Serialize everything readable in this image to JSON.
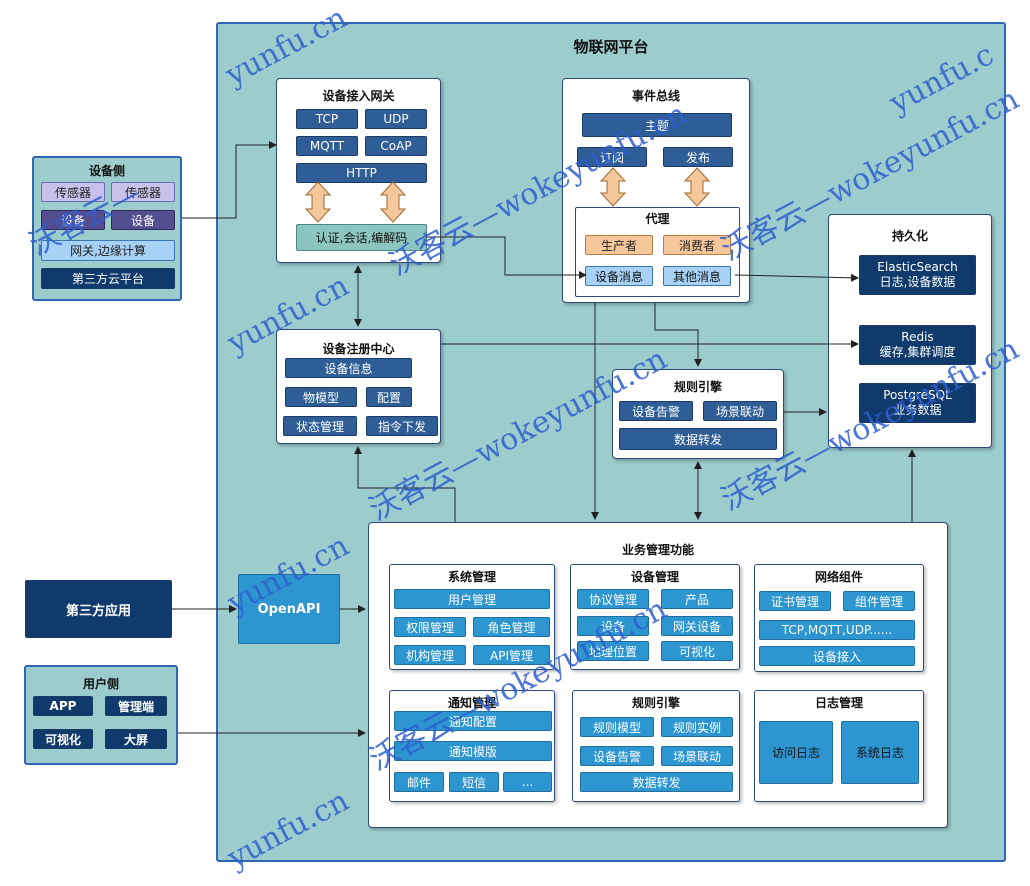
{
  "platform": {
    "title": "物联网平台"
  },
  "gateway": {
    "title": "设备接入网关",
    "protocols": [
      "TCP",
      "UDP",
      "MQTT",
      "CoAP",
      "HTTP"
    ],
    "auth": "认证,会话,编解码"
  },
  "eventbus": {
    "title": "事件总线",
    "topic": "主题",
    "subscribe": "订阅",
    "publish": "发布",
    "proxy_title": "代理",
    "producer": "生产者",
    "consumer": "消费者",
    "device_msg": "设备消息",
    "other_msg": "其他消息"
  },
  "persistence": {
    "title": "持久化",
    "items": [
      {
        "name": "ElasticSearch",
        "desc": "日志,设备数据"
      },
      {
        "name": "Redis",
        "desc": "缓存,集群调度"
      },
      {
        "name": "PostgreSQL",
        "desc": "业务数据"
      }
    ]
  },
  "device_side": {
    "title": "设备侧",
    "sensor1": "传感器",
    "sensor2": "传感器",
    "device1": "设备",
    "device2": "设备",
    "gateway": "网关,边缘计算",
    "cloud": "第三方云平台"
  },
  "registry": {
    "title": "设备注册中心",
    "info": "设备信息",
    "model": "物模型",
    "config": "配置",
    "state": "状态管理",
    "command": "指令下发"
  },
  "rule_engine_top": {
    "title": "规则引擎",
    "alarm": "设备告警",
    "scene": "场景联动",
    "forward": "数据转发"
  },
  "business": {
    "title": "业务管理功能",
    "system": {
      "title": "系统管理",
      "items": [
        "用户管理",
        "权限管理",
        "角色管理",
        "机构管理",
        "API管理"
      ]
    },
    "device": {
      "title": "设备管理",
      "items": [
        "协议管理",
        "产品",
        "设备",
        "网关设备",
        "地理位置",
        "可视化"
      ]
    },
    "network": {
      "title": "网络组件",
      "items": [
        "证书管理",
        "组件管理",
        "TCP,MQTT,UDP......",
        "设备接入"
      ]
    },
    "notify": {
      "title": "通知管理",
      "items": [
        "通知配置",
        "通知模版",
        "邮件",
        "短信",
        "..."
      ]
    },
    "rules": {
      "title": "规则引擎",
      "items": [
        "规则模型",
        "规则实例",
        "设备告警",
        "场景联动",
        "数据转发"
      ]
    },
    "log": {
      "title": "日志管理",
      "items": [
        "访问日志",
        "系统日志"
      ]
    }
  },
  "third_app": "第三方应用",
  "openapi": "OpenAPI",
  "user_side": {
    "title": "用户侧",
    "items": [
      "APP",
      "管理端",
      "可视化",
      "大屏"
    ]
  },
  "watermarks": [
    "yunfu.cn",
    "yunfu.cn",
    "yunfu.cn",
    "yunfu.cn",
    "沃客云—wokeyunfu.cn",
    "沃客云—wokeyunfu.cn",
    "沃客云—wokeyunfu.cn",
    "沃客云—wokeyunfu.cn",
    "沃客云—wokeyunfu.cn",
    "沃客云—",
    "yunfu.c"
  ]
}
